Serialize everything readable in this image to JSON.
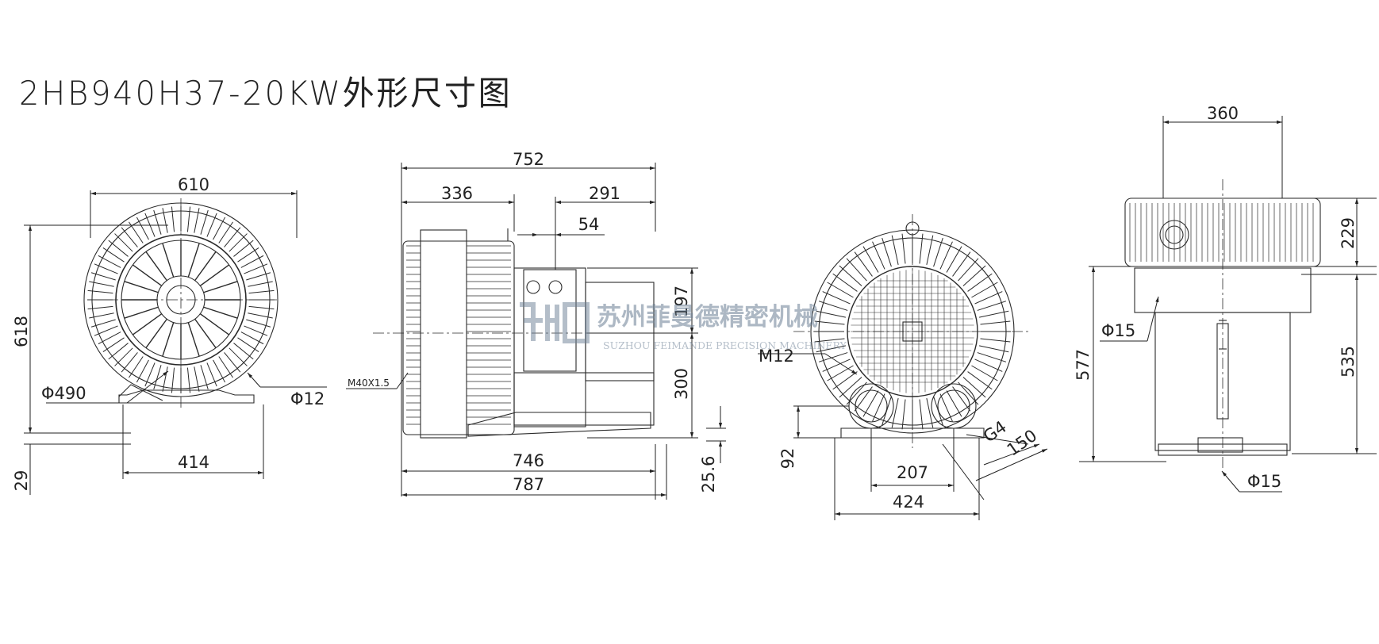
{
  "title": "2HB940H37-20KW外形尺寸图",
  "watermark": {
    "company": "苏州菲曼德精密机械",
    "company_en": "SUZHOU FEIMANDE PRECISION MACHINERY"
  },
  "views": {
    "front": {
      "dims": {
        "width_top": "610",
        "height_left": "618",
        "diameter_outer": "Φ490",
        "hole": "Φ12",
        "foot_span": "414",
        "foot_height": "29"
      }
    },
    "side": {
      "dims": {
        "overall": "752",
        "front_part": "336",
        "motor_part": "291",
        "box": "54",
        "height_upper": "197",
        "height_lower": "300",
        "base_len": "746",
        "total_len": "787",
        "base_height": "25.6",
        "cable_gland": "M40X1.5"
      }
    },
    "rear": {
      "dims": {
        "thread": "M12",
        "port_height": "92",
        "port_spacing": "207",
        "port_thread": "G4",
        "port_offset": "150",
        "foot_width": "424"
      }
    },
    "top": {
      "dims": {
        "width": "360",
        "head_height": "229",
        "total_height": "577",
        "body_height": "535",
        "hole_upper": "Φ15",
        "hole_lower": "Φ15"
      }
    }
  },
  "colors": {
    "line": "#2a2a2a",
    "watermark": "#6b7f94"
  }
}
